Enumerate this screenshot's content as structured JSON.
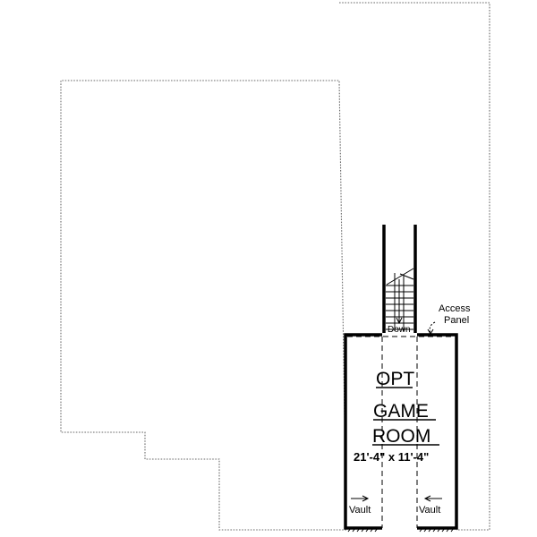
{
  "room": {
    "line1": "OPT",
    "line2": "GAME",
    "line3": "ROOM",
    "dimensions": "21'-4\" x 11'-4\""
  },
  "labels": {
    "access_line1": "Access",
    "access_line2": "Panel",
    "stair": "Down",
    "vault_left": "Vault",
    "vault_right": "Vault"
  }
}
